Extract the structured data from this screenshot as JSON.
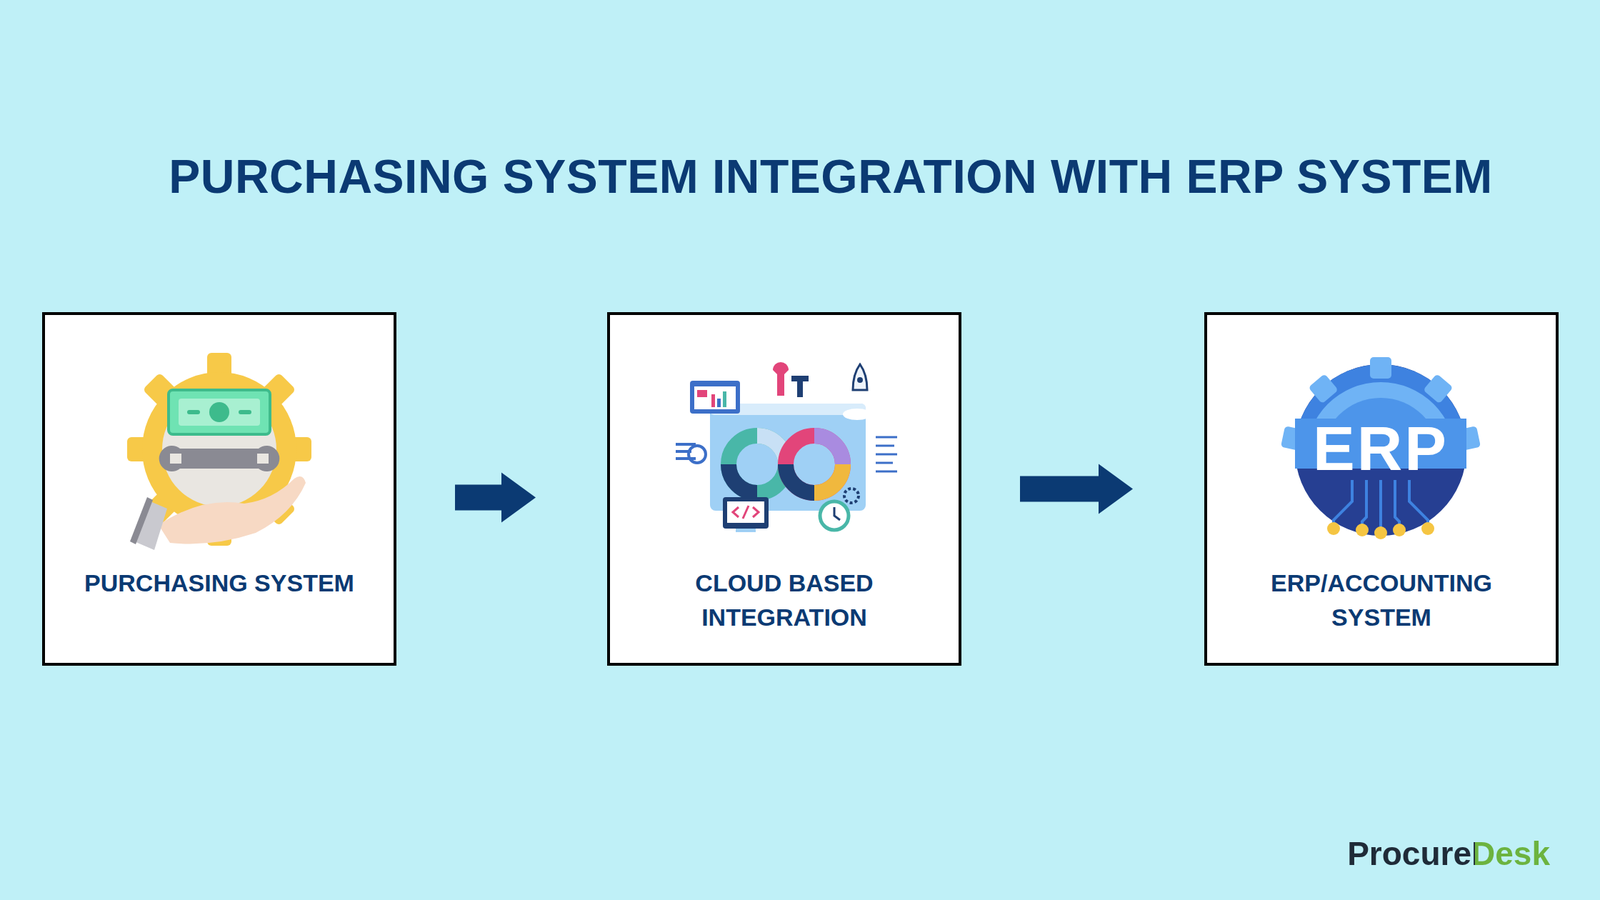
{
  "diagram": {
    "title": "PURCHASING SYSTEM INTEGRATION WITH ERP SYSTEM",
    "nodes": [
      {
        "text": [
          "PURCHASING SYSTEM"
        ]
      },
      {
        "text": [
          "CLOUD BASED INTEGRATION"
        ]
      },
      {
        "text": [
          "ERP/ACCOUNTING SYSTEM"
        ]
      }
    ],
    "edges": [
      {
        "from": 0,
        "to": 1,
        "arrow": "to"
      },
      {
        "from": 1,
        "to": 2,
        "arrow": "to"
      }
    ],
    "labels": [
      "ERP",
      "ProcureDesk"
    ]
  }
}
